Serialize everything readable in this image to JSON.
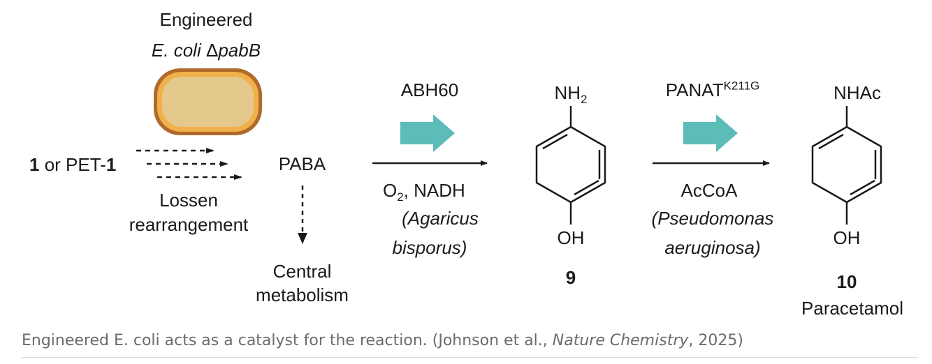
{
  "organism": {
    "line1": "Engineered",
    "line2_species": "E. coli",
    "line2_delta": "Δ",
    "line2_gene": "pabB"
  },
  "substrate": {
    "bold1": "1",
    "mid": " or PET-",
    "bold2": "1"
  },
  "lossen": {
    "line1": "Lossen",
    "line2": "rearrangement"
  },
  "paba": "PABA",
  "central": {
    "line1": "Central",
    "line2": "metabolism"
  },
  "step1": {
    "enzyme": "ABH60",
    "o2_base": "O",
    "o2_sub": "2",
    "cofactor_rest": ", NADH",
    "source_line1": "(Agaricus",
    "source_line2": "bisporus)"
  },
  "compound9": {
    "top_base": "NH",
    "top_sub": "2",
    "bottom": "OH",
    "number": "9"
  },
  "step2": {
    "enzyme_base": "PANAT",
    "enzyme_sup": "K211G",
    "cofactor": "AcCoA",
    "source_line1": "(Pseudomonas",
    "source_line2": "aeruginosa)"
  },
  "compound10": {
    "top": "NHAc",
    "bottom": "OH",
    "number": "10",
    "name": "Paracetamol"
  },
  "caption": {
    "text": "Engineered E. coli acts as a catalyst for the reaction. (Johnson et al., ",
    "journal": "Nature Chemistry",
    "year": ", 2025)"
  },
  "colors": {
    "cell_outer": "#b06a2c",
    "cell_mid": "#f0b14a",
    "cell_inner": "#e4c88c",
    "teal_arrow": "#5bbcb8",
    "ink": "#1a1a1a",
    "caption": "#6b6b6b"
  }
}
